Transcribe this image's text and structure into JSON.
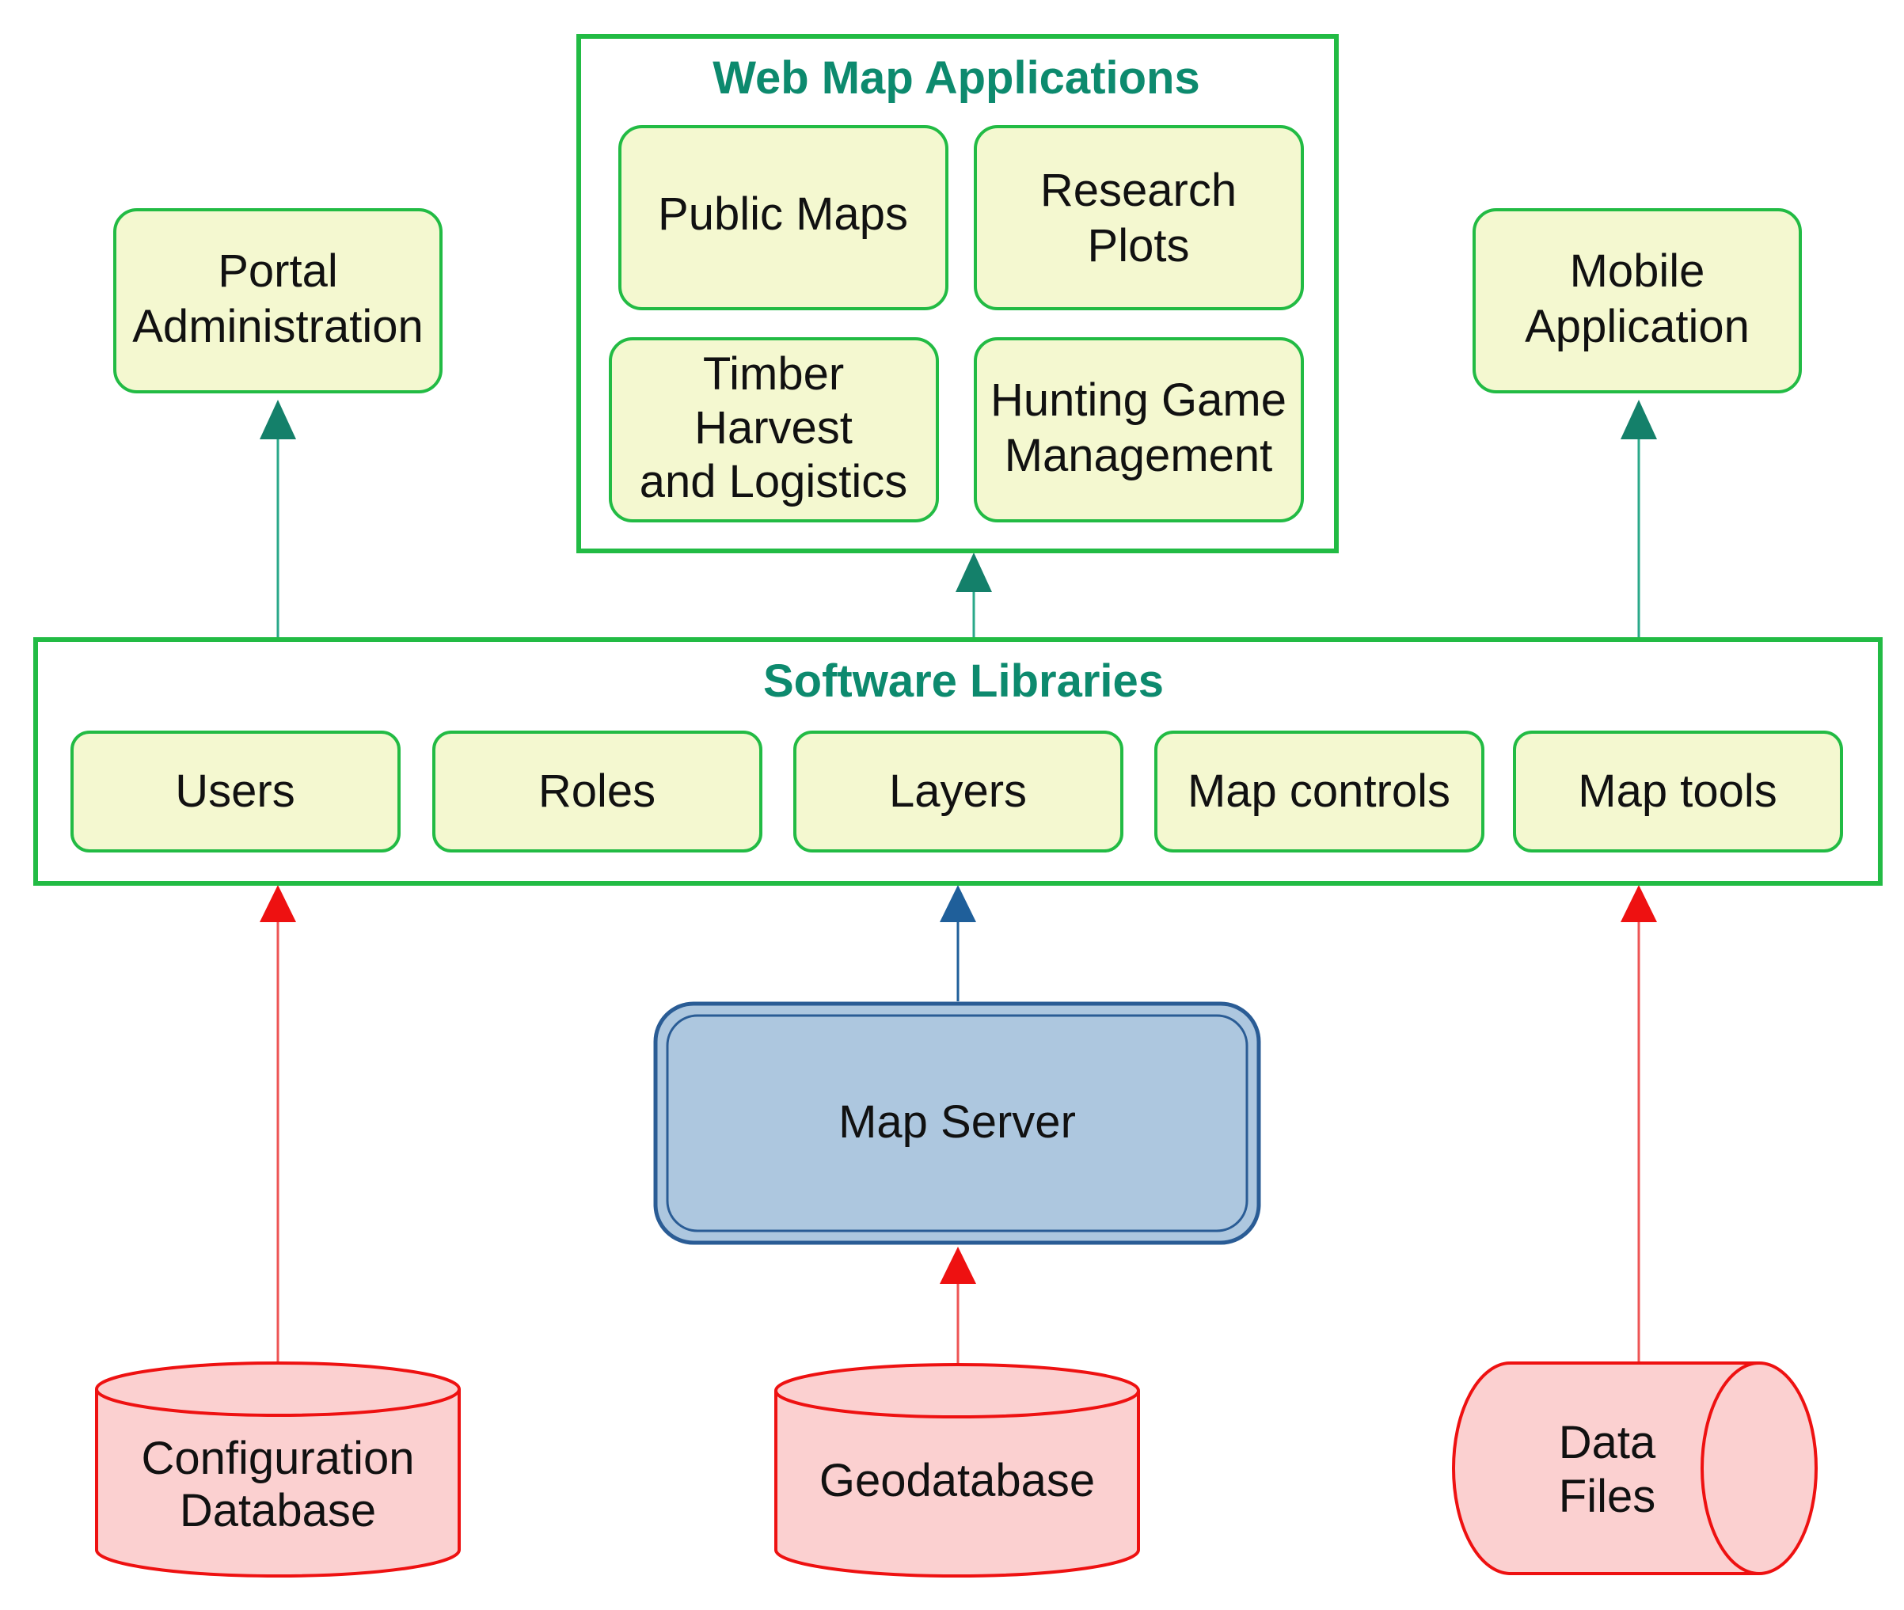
{
  "colors": {
    "green_border": "#22bb44",
    "green_fill": "#f4f8d0",
    "teal_title": "#0d8a6e",
    "teal_arrow": "#14806a",
    "teal_line": "#2aa88a",
    "blue_fill": "#adc7df",
    "blue_border": "#2a5c95",
    "blue_arrow": "#1f5f9a",
    "red_border": "#ee1111",
    "red_fill": "#fbd0d0",
    "red_line": "#ee5555"
  },
  "groups": {
    "web_map_applications": {
      "title": "Web Map Applications",
      "items": {
        "public_maps": [
          "Public Maps"
        ],
        "research_plots": [
          "Research",
          "Plots"
        ],
        "timber_harvest": [
          "Timber",
          "Harvest",
          "and Logistics"
        ],
        "hunting_game": [
          "Hunting Game",
          "Management"
        ]
      }
    },
    "software_libraries": {
      "title": "Software Libraries",
      "items": {
        "users": [
          "Users"
        ],
        "roles": [
          "Roles"
        ],
        "layers": [
          "Layers"
        ],
        "map_controls": [
          "Map controls"
        ],
        "map_tools": [
          "Map tools"
        ]
      }
    }
  },
  "nodes": {
    "portal_administration": [
      "Portal",
      "Administration"
    ],
    "mobile_application": [
      "Mobile",
      "Application"
    ],
    "map_server": [
      "Map Server"
    ],
    "configuration_database": [
      "Configuration",
      "Database"
    ],
    "geodatabase": [
      "Geodatabase"
    ],
    "data_files": [
      "Data",
      "Files"
    ]
  }
}
